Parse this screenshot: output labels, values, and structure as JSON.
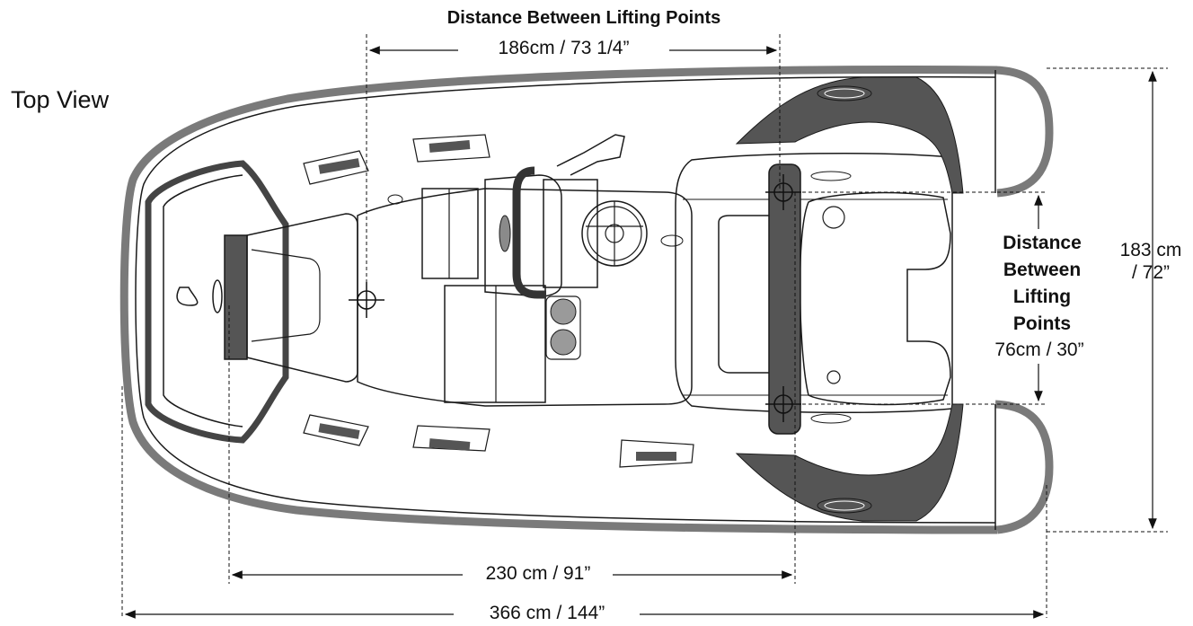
{
  "view_label": "Top View",
  "top_dimension": {
    "title": "Distance Between Lifting Points",
    "value": "186cm / 73 1/4”"
  },
  "side_lifting": {
    "line1": "Distance",
    "line2": "Between",
    "line3": "Lifting",
    "line4": "Points",
    "value": "76cm / 30”"
  },
  "width_dimension": {
    "line1": "183 cm",
    "line2": "/ 72”"
  },
  "inner_length": "230 cm / 91”",
  "overall_length": "366 cm / 144”",
  "colors": {
    "outline": "#1a1a1a",
    "tube": "#7a7a7a",
    "dark_fill": "#555555",
    "light_gray": "#9a9a9a"
  }
}
